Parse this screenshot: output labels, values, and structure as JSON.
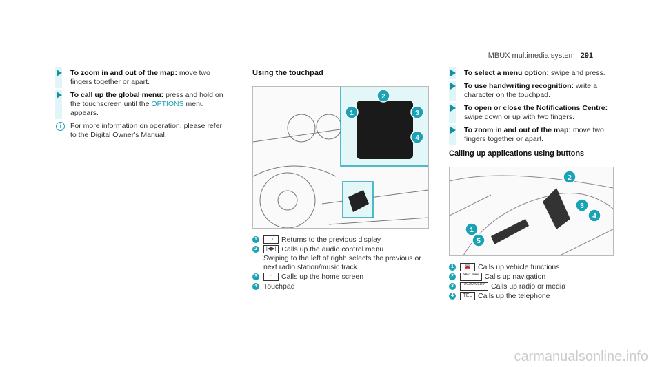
{
  "header": {
    "section": "MBUX multimedia system",
    "page": "291"
  },
  "col1": {
    "steps": [
      {
        "bold": "To zoom in and out of the map:",
        "text": " move two fingers together or apart."
      },
      {
        "bold": "To call up the global menu:",
        "text": " press and hold on the touchscreen until the ",
        "link": "OPTIONS",
        "after": " menu appears."
      }
    ],
    "info": "For more information on operation, please refer to the Digital Owner's Manual."
  },
  "col2": {
    "heading": "Using the touchpad",
    "legend": [
      {
        "n": "1",
        "key": "⮌",
        "text": "Returns to the previous display"
      },
      {
        "n": "2",
        "key": "|◀▶|",
        "text": "Calls up the audio control menu",
        "extra": "Swiping to the left of right: selects the previous or next radio station/music track"
      },
      {
        "n": "3",
        "key": "⌂",
        "text": "Calls up the home screen"
      },
      {
        "n": "4",
        "key": "",
        "text": "Touchpad"
      }
    ]
  },
  "col3": {
    "steps": [
      {
        "bold": "To select a menu option:",
        "text": " swipe and press."
      },
      {
        "bold": "To use handwriting recognition:",
        "text": " write a character on the touchpad."
      },
      {
        "bold": "To open or close the Notifications Centre:",
        "text": " swipe down or up with two fingers."
      },
      {
        "bold": "To zoom in and out of the map:",
        "text": " move two fingers together or apart."
      }
    ],
    "heading": "Calling up applications using buttons",
    "legend": [
      {
        "n": "1",
        "key": "🚘",
        "text": "Calls up vehicle functions"
      },
      {
        "n": "2",
        "key": "NAVI MAP",
        "text": "Calls up navigation"
      },
      {
        "n": "3",
        "key": "RADIO MEDIA",
        "text": "Calls up radio or media"
      },
      {
        "n": "4",
        "key": "TEL",
        "text": "Calls up the telephone"
      }
    ]
  },
  "watermark": "carmanualsonline.info",
  "colors": {
    "accent": "#1aa3b5"
  }
}
